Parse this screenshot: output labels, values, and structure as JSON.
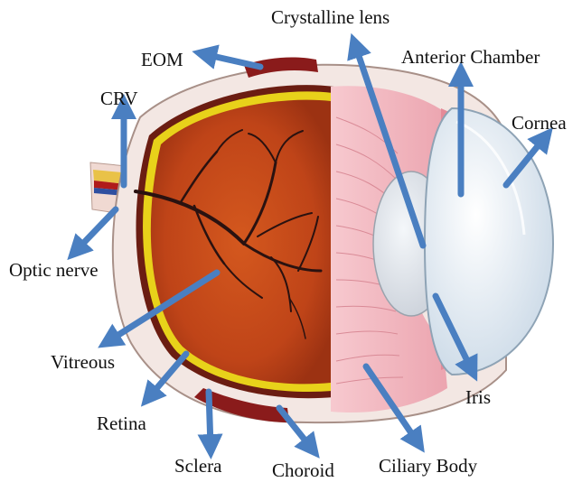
{
  "labels": {
    "crystalline_lens": "Crystalline lens",
    "eom": "EOM",
    "anterior_chamber": "Anterior Chamber",
    "crv": "CRV",
    "cornea": "Cornea",
    "optic_nerve": "Optic nerve",
    "vitreous": "Vitreous",
    "iris": "Iris",
    "retina": "Retina",
    "sclera": "Sclera",
    "choroid": "Choroid",
    "ciliary_body": "Ciliary Body"
  },
  "colors": {
    "arrow": "#4a7fc1",
    "sclera": "#f3e7e3",
    "retina": "#e8d21a",
    "vitreous": "#c2461a",
    "ciliary": "#f2b4bd",
    "cornea": "#e9f1f7",
    "vessel": "#2a1210",
    "muscle": "#8a1b1b"
  }
}
